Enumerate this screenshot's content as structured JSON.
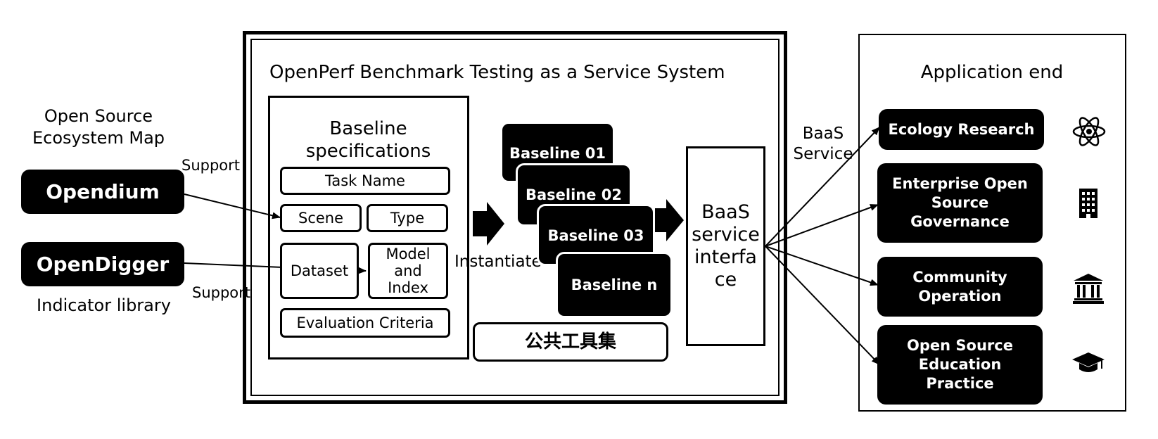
{
  "left": {
    "ecosystem_map_label": "Open Source\nEcosystem Map",
    "indicator_library_label": "Indicator library",
    "opendium": "Opendium",
    "opendigger": "OpenDigger",
    "support_top": "Support",
    "support_bottom": "Support"
  },
  "system": {
    "title": "OpenPerf Benchmark Testing as a Service System",
    "specs_title": "Baseline\nspecifications",
    "task_name": "Task Name",
    "scene": "Scene",
    "type": "Type",
    "dataset": "Dataset",
    "model_index": "Model\nand\nIndex",
    "evaluation_criteria": "Evaluation Criteria",
    "instantiate": "Instantiate",
    "baselines": [
      "Baseline 01",
      "Baseline 02",
      "Baseline 03",
      "Baseline n"
    ],
    "public_toolset": "公共工具集",
    "baas_interface": "BaaS\nservice\ninterfa\nce"
  },
  "baas_service_label": "BaaS\nService",
  "application": {
    "title": "Application end",
    "items": [
      {
        "label": "Ecology Research",
        "icon": "atom-icon"
      },
      {
        "label": "Enterprise Open\nSource\nGovernance",
        "icon": "building-icon"
      },
      {
        "label": "Community\nOperation",
        "icon": "institution-icon"
      },
      {
        "label": "Open Source\nEducation\nPractice",
        "icon": "graduation-cap-icon"
      }
    ]
  }
}
